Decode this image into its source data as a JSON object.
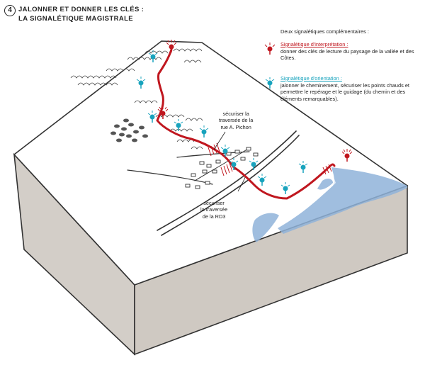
{
  "header": {
    "number": "4",
    "title_line1": "JALONNER ET DONNER LES CLÉS :",
    "title_line2": "LA SIGNALÉTIQUE MAGISTRALE"
  },
  "legend": {
    "intro": "Deux signalétiques complémentaires :",
    "interpretation": {
      "title": "Signalétique d'interprétation :",
      "description": "donner des clés de lecture du paysage de la vallée et des Côtes.",
      "color": "#c0171f"
    },
    "orientation": {
      "title": "Signalétique d'orientation :",
      "description": "jalonner le cheminement, sécuriser les points chauds et permettre le repérage et le guidage (du chemin et des éléments remarquables).",
      "color": "#18a3bd"
    }
  },
  "annotations": {
    "pichon": [
      "sécuriser la",
      "traversée de la",
      "rue A. Pichon"
    ],
    "rd3": [
      "sécuriser",
      "la traversée",
      "de la RD3"
    ]
  },
  "colors": {
    "path": "#c0171f",
    "water": "#8fb3d9",
    "block_side": "#d9d4ce",
    "block_front": "#cfc9c2"
  }
}
